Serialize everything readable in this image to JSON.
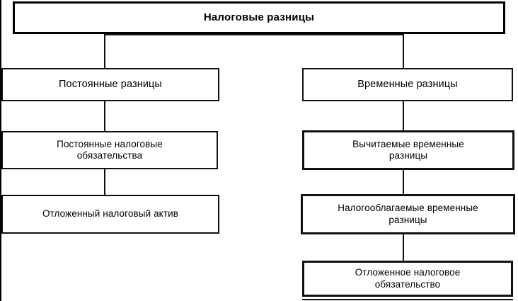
{
  "diagram": {
    "type": "tree-hierarchy",
    "title": "Налоговые разницы",
    "orientation": "top-down",
    "colors": {
      "box_border": "#111111",
      "box_fill": "#ffffff",
      "connector": "#111111",
      "text": "#000000"
    },
    "root": {
      "label": "Налоговые разницы"
    },
    "branches": [
      {
        "id": "permanent",
        "side": "left",
        "head": {
          "label": "Постоянные разницы"
        },
        "children": [
          {
            "label": "Постоянные налоговые\nобязательства",
            "lines": [
              "Постоянные налоговые",
              "обязательства"
            ]
          },
          {
            "label": "Отложенный налоговый актив",
            "lines": [
              "Отложенный налоговый актив"
            ]
          }
        ]
      },
      {
        "id": "temporary",
        "side": "right",
        "head": {
          "label": "Временные разницы"
        },
        "children": [
          {
            "label": "Вычитаемые временные\nразницы",
            "lines": [
              "Вычитаемые временные",
              "разницы"
            ]
          },
          {
            "label": "Налогооблагаемые временные\nразницы",
            "lines": [
              "Налогооблагаемые временные",
              "разницы"
            ]
          },
          {
            "label": "Отложенное налоговое\nобязательство",
            "lines": [
              "Отложенное налоговое",
              "обязательство"
            ]
          }
        ]
      }
    ]
  }
}
